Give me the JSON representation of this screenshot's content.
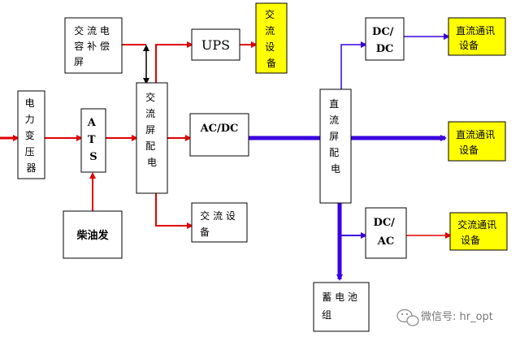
{
  "colors": {
    "ac_line": "#e00000",
    "dc_line": "#3a00e0",
    "highlight": "#ffff00"
  },
  "nodes": {
    "transformer": {
      "lines": [
        "电",
        "力",
        "变",
        "压",
        "器"
      ]
    },
    "ats": {
      "lines": [
        "A",
        "T",
        "S"
      ]
    },
    "generator": {
      "label": "柴油发"
    },
    "ac_compensation": {
      "lines": [
        "交 流 电",
        "容 补 偿",
        "屏"
      ]
    },
    "ac_distribution": {
      "lines": [
        "交",
        "流",
        "屏",
        "配",
        "电"
      ]
    },
    "ups": {
      "label": "UPS"
    },
    "ac_equipment_yellow": {
      "lines": [
        "交",
        "流",
        "设",
        "备"
      ]
    },
    "acdc": {
      "label": "AC/DC"
    },
    "ac_equipment": {
      "lines": [
        "交 流 设",
        "备"
      ]
    },
    "dc_distribution": {
      "lines": [
        "直",
        "流",
        "屏",
        "配",
        "电"
      ]
    },
    "dcdc": {
      "lines": [
        "DC/",
        "DC"
      ]
    },
    "dc_comm_1": {
      "lines": [
        "直流通讯",
        "设备"
      ]
    },
    "dc_comm_2": {
      "lines": [
        "直流通讯",
        "设备"
      ]
    },
    "dcac": {
      "lines": [
        "DC/",
        "AC"
      ]
    },
    "ac_comm": {
      "lines": [
        "交流通讯",
        "设备"
      ]
    },
    "battery": {
      "lines": [
        "蓄 电 池",
        "组"
      ]
    }
  },
  "watermark": {
    "text": "微信号: hr_opt"
  }
}
